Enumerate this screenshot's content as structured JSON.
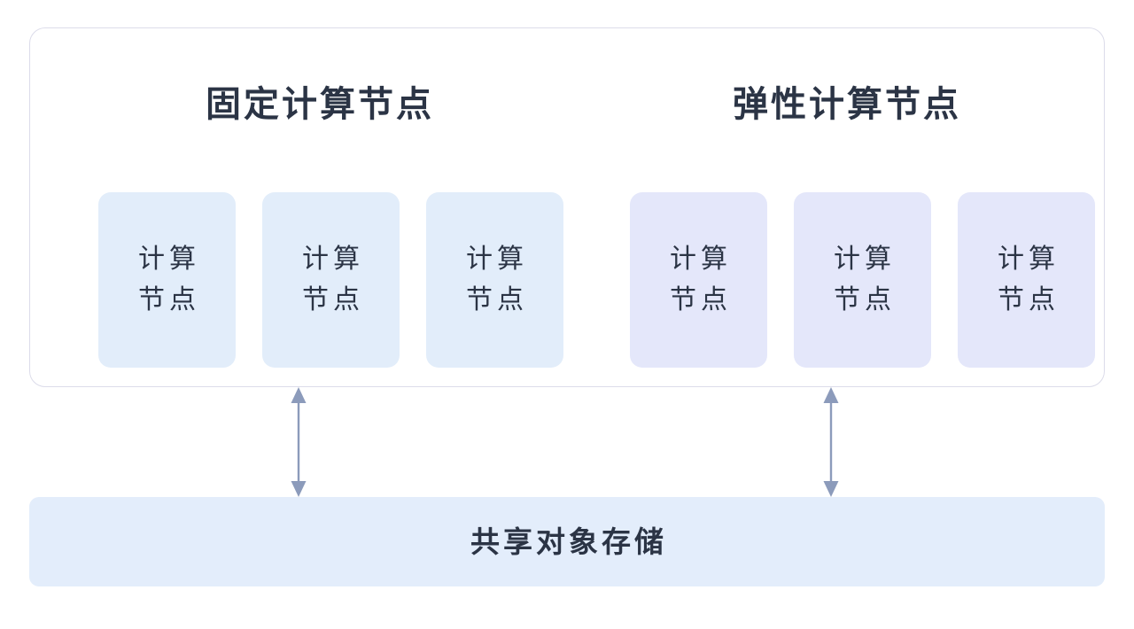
{
  "diagram": {
    "type": "architecture-diagram",
    "colors": {
      "background": "#ffffff",
      "container_border": "#dcdcea",
      "fixed_node_fill": "#e2edfa",
      "elastic_node_fill": "#e4e7fa",
      "storage_fill": "#e3edfb",
      "text": "#2b3445",
      "arrow": "#8c9bbb"
    },
    "compute_container": {
      "groups": [
        {
          "id": "fixed-compute-group",
          "title": "固定计算节点",
          "variant": "fixed",
          "nodes": [
            {
              "line1": "计算",
              "line2": "节点"
            },
            {
              "line1": "计算",
              "line2": "节点"
            },
            {
              "line1": "计算",
              "line2": "节点"
            }
          ]
        },
        {
          "id": "elastic-compute-group",
          "title": "弹性计算节点",
          "variant": "elastic",
          "nodes": [
            {
              "line1": "计算",
              "line2": "节点"
            },
            {
              "line1": "计算",
              "line2": "节点"
            },
            {
              "line1": "计算",
              "line2": "节点"
            }
          ]
        }
      ]
    },
    "connectors": [
      {
        "id": "fixed-to-storage",
        "direction": "bidirectional",
        "from": "fixed-compute-group",
        "to": "shared-object-storage"
      },
      {
        "id": "elastic-to-storage",
        "direction": "bidirectional",
        "from": "elastic-compute-group",
        "to": "shared-object-storage"
      }
    ],
    "storage": {
      "id": "shared-object-storage",
      "label": "共享对象存储"
    }
  }
}
